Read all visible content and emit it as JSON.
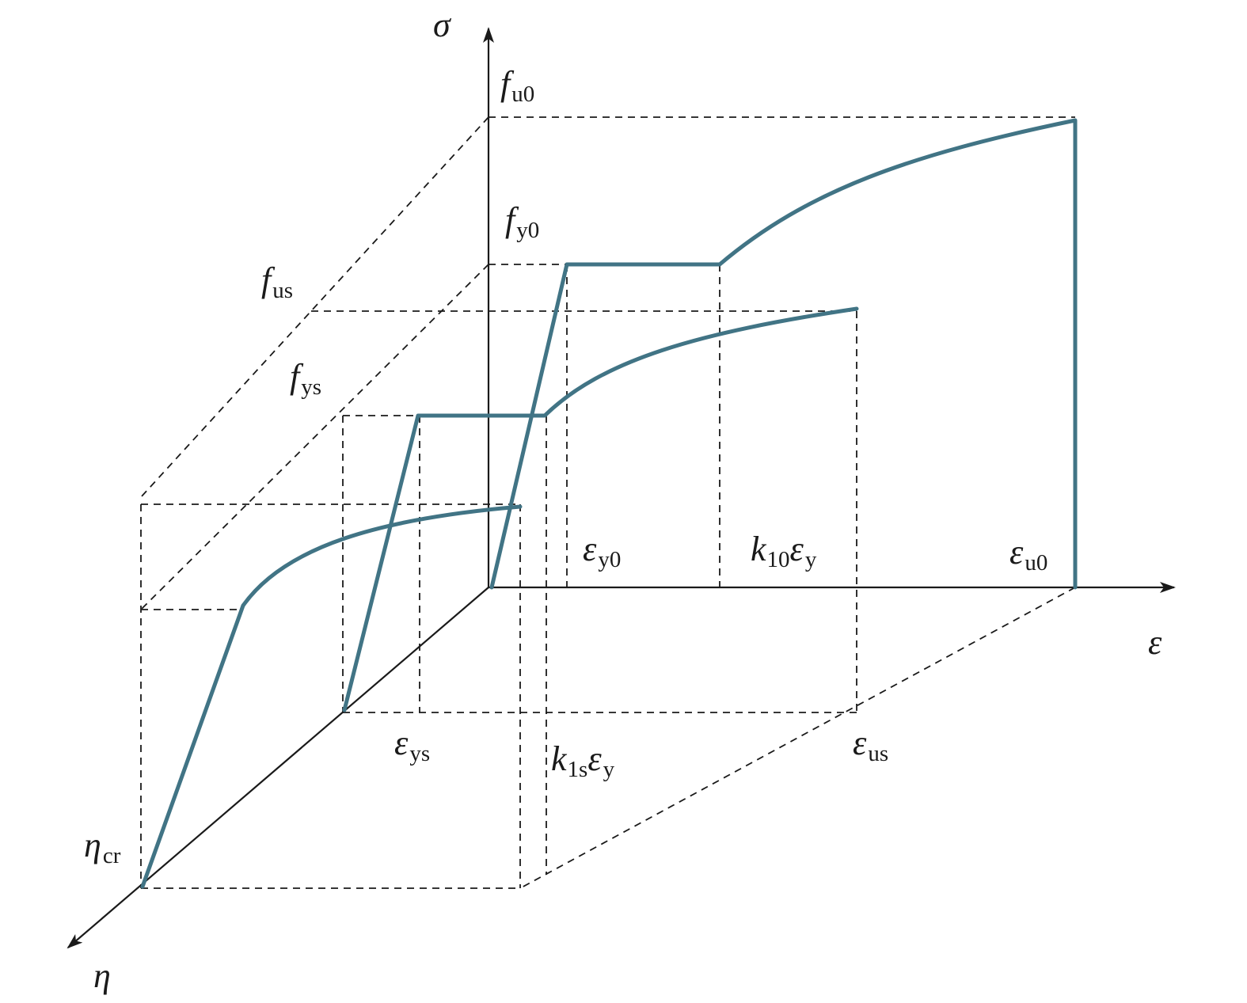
{
  "colors": {
    "curve": "#417485",
    "axis": "#1a1a1a"
  },
  "axes": {
    "sigma": "σ",
    "epsilon": "ε",
    "eta": "η"
  },
  "labels": {
    "fu0": {
      "main": "f",
      "sub": "u0"
    },
    "fy0": {
      "main": "f",
      "sub": "y0"
    },
    "fus": {
      "main": "f",
      "sub": "us"
    },
    "fys": {
      "main": "f",
      "sub": "ys"
    },
    "eps_y0": {
      "main": "ε",
      "sub": "y0"
    },
    "k10": {
      "k": "k",
      "ksub": "10",
      "main": "ε",
      "sub": "y"
    },
    "eps_u0": {
      "main": "ε",
      "sub": "u0"
    },
    "eps_ys": {
      "main": "ε",
      "sub": "ys"
    },
    "k1s": {
      "k": "k",
      "ksub": "1s",
      "main": "ε",
      "sub": "y"
    },
    "eps_us": {
      "main": "ε",
      "sub": "us"
    },
    "eta_cr": {
      "main": "η",
      "sub": "cr"
    }
  }
}
